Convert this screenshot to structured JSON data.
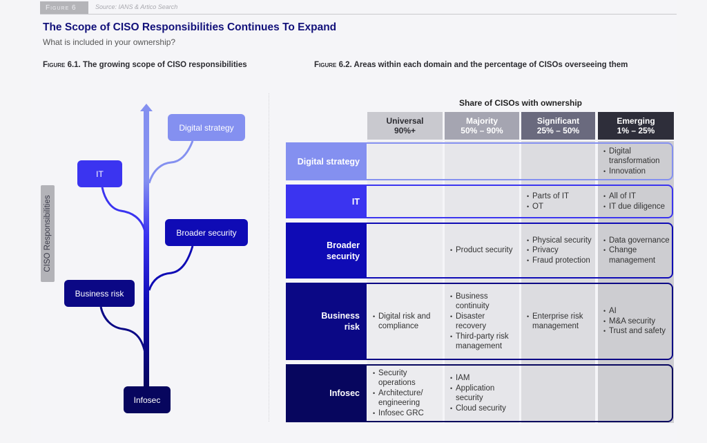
{
  "figure": {
    "tab_label": "Figure 6",
    "source": "Source: IANS & Artico Search",
    "title": "The Scope of CISO Responsibilities Continues To Expand",
    "subtitle": "What is included in your ownership?"
  },
  "figure_6_1": {
    "label_prefix": "Figure",
    "label_rest": " 6.1. The growing scope of CISO responsibilities",
    "axis_label": "CISO Responsibilities",
    "nodes": [
      {
        "label": "Digital strategy",
        "color": "#8490f0"
      },
      {
        "label": "IT",
        "color": "#3b34f0"
      },
      {
        "label": "Broader security",
        "color": "#0f0bb5"
      },
      {
        "label": "Business risk",
        "color": "#0b0885"
      },
      {
        "label": "Infosec",
        "color": "#07065e"
      }
    ]
  },
  "figure_6_2": {
    "label_prefix": "Figure",
    "label_rest": " 6.2. Areas within each domain and the percentage of CISOs overseeing them",
    "share_title": "Share of CISOs with ownership",
    "columns": [
      {
        "name": "Universal",
        "range": "90%+",
        "head_color": "#c9c9cf",
        "text_color": "#2d2d33",
        "body_color": "#ececef"
      },
      {
        "name": "Majority",
        "range": "50% – 90%",
        "head_color": "#a5a5b1",
        "text_color": "#ffffff",
        "body_color": "#e6e6ea"
      },
      {
        "name": "Significant",
        "range": "25% – 50%",
        "head_color": "#6a6a7e",
        "text_color": "#ffffff",
        "body_color": "#dcdce0"
      },
      {
        "name": "Emerging",
        "range": "1% – 25%",
        "head_color": "#2e2e3a",
        "text_color": "#ffffff",
        "body_color": "#cdcdd1"
      }
    ],
    "rows": [
      {
        "domain": "Digital strategy",
        "color": "#8490f0",
        "cells": [
          [],
          [],
          [],
          [
            "Digital transformation",
            "Innovation"
          ]
        ]
      },
      {
        "domain": "IT",
        "color": "#3b34f0",
        "cells": [
          [],
          [],
          [
            "Parts of IT",
            "OT"
          ],
          [
            "All of IT",
            "IT due diligence"
          ]
        ]
      },
      {
        "domain": "Broader security",
        "color": "#0f0bb5",
        "cells": [
          [],
          [
            "Product security"
          ],
          [
            "Physical security",
            "Privacy",
            "Fraud protection"
          ],
          [
            "Data governance",
            "Change management"
          ]
        ]
      },
      {
        "domain": "Business risk",
        "color": "#0b0885",
        "cells": [
          [
            "Digital risk and compliance"
          ],
          [
            "Business continuity",
            "Disaster recovery",
            "Third-party risk management"
          ],
          [
            "Enterprise risk management"
          ],
          [
            "AI",
            "M&A security",
            "Trust and safety"
          ]
        ]
      },
      {
        "domain": "Infosec",
        "color": "#07065e",
        "cells": [
          [
            "Security operations",
            "Architecture/ engineering",
            "Infosec GRC"
          ],
          [
            "IAM",
            "Application security",
            "Cloud security"
          ],
          [],
          []
        ]
      }
    ]
  }
}
